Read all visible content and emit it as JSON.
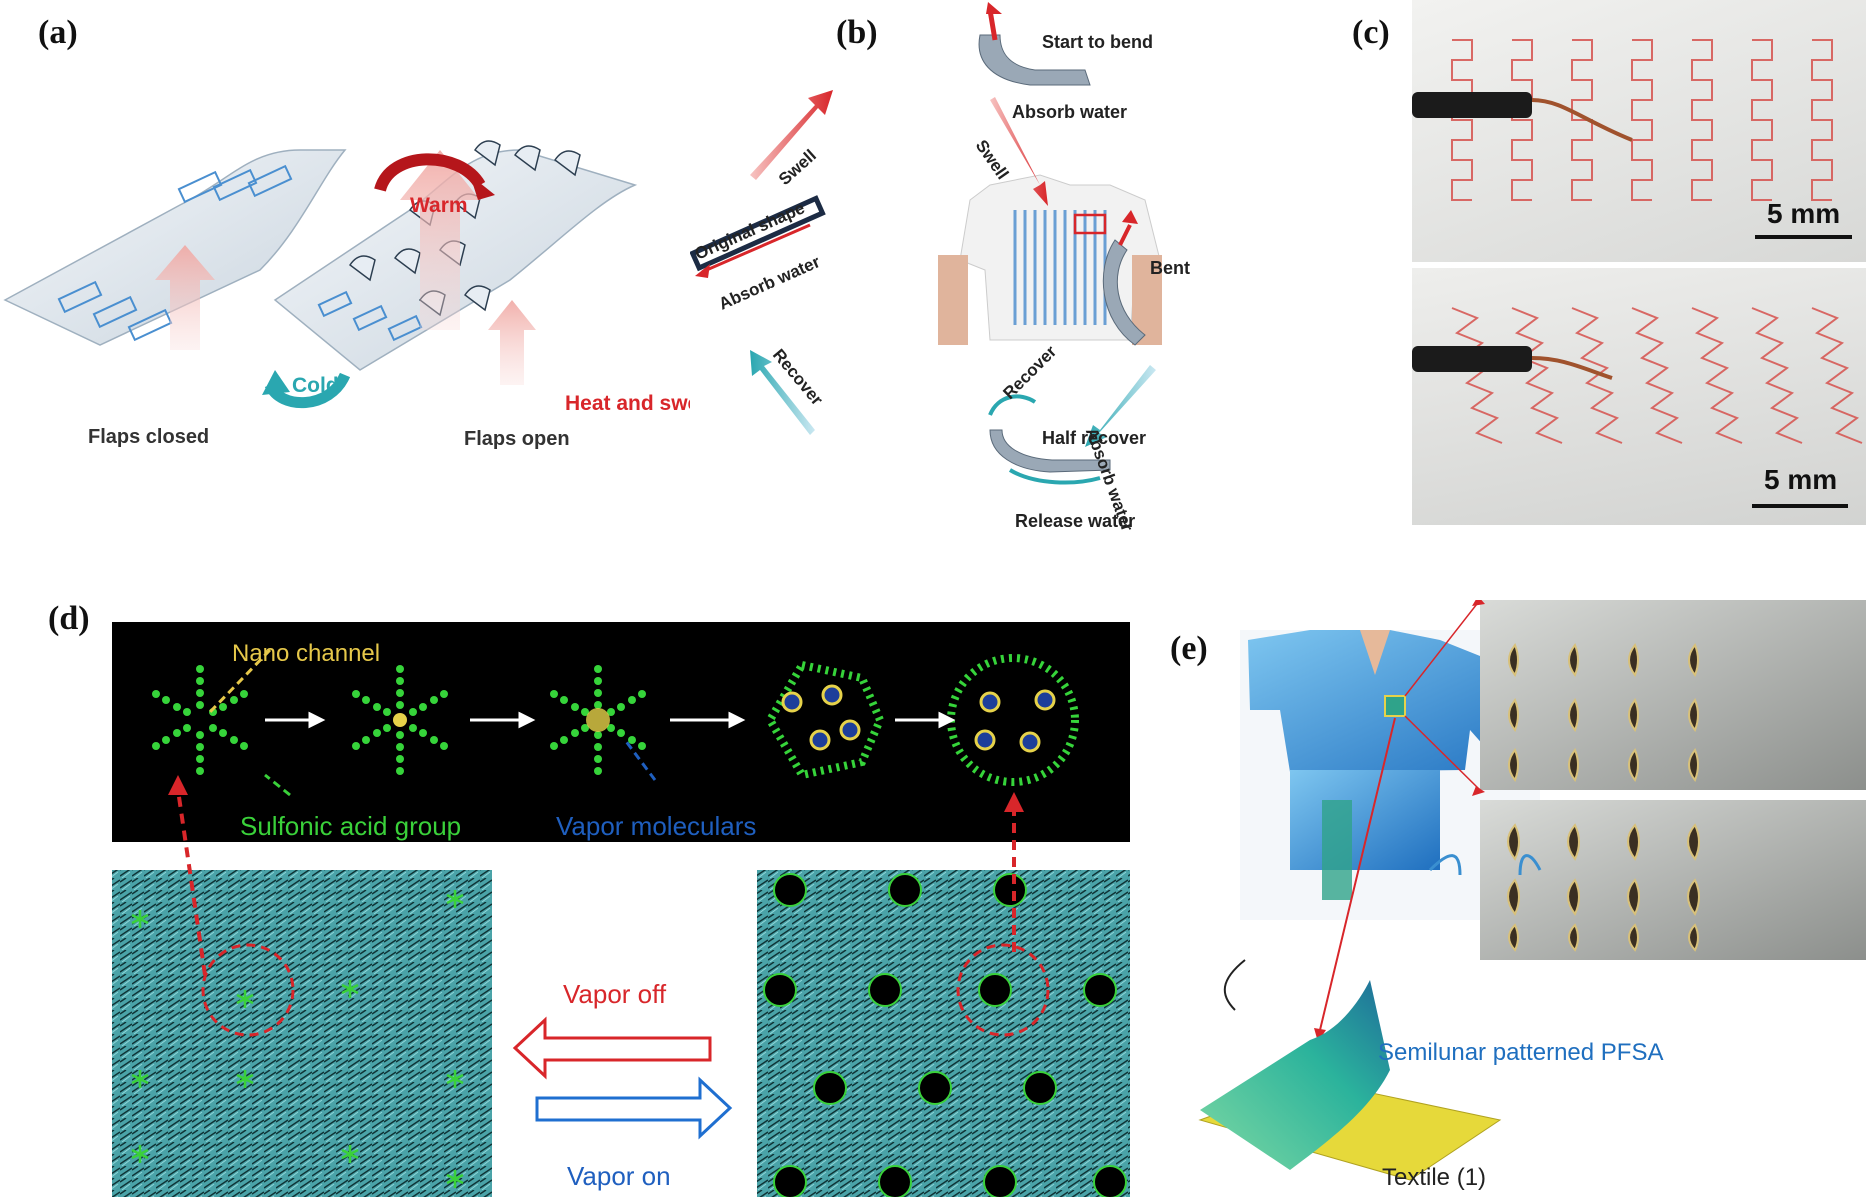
{
  "panel_labels": {
    "a": "(a)",
    "b": "(b)",
    "c": "(c)",
    "d": "(d)",
    "e": "(e)"
  },
  "panel_a": {
    "warm": "Warm",
    "cold": "Cold",
    "flaps_closed": "Flaps closed",
    "flaps_open": "Flaps open",
    "heat_and_sweat": "Heat and sweat"
  },
  "panel_b": {
    "start_to_bend": "Start to bend",
    "absorb_water_top": "Absorb water",
    "swell_left": "Swell",
    "swell_right": "Swell",
    "bent": "Bent",
    "absorb_water_right": "Absorb water",
    "original_shape": "Original shape",
    "absorb_water_left": "Absorb water",
    "recover_left": "Recover",
    "recover_right": "Recover",
    "half_recover": "Half recover",
    "release_water": "Release water"
  },
  "panel_c": {
    "scale_top": "5 mm",
    "scale_bottom": "5 mm"
  },
  "panel_d": {
    "nano_channel": "Nano channel",
    "sulfonic_acid_group": "Sulfonic acid group",
    "vapor_moleculars": "Vapor moleculars",
    "vapor_off": "Vapor off",
    "vapor_on": "Vapor on"
  },
  "panel_e": {
    "semilunar": "Semilunar patterned PFSA",
    "textile": "Textile (1)"
  },
  "colors": {
    "red": "#d8262a",
    "teal": "#2aa7b0",
    "green": "#3ad13a",
    "blue_label": "#1f5fbf",
    "yellow_label": "#e6c84a"
  }
}
